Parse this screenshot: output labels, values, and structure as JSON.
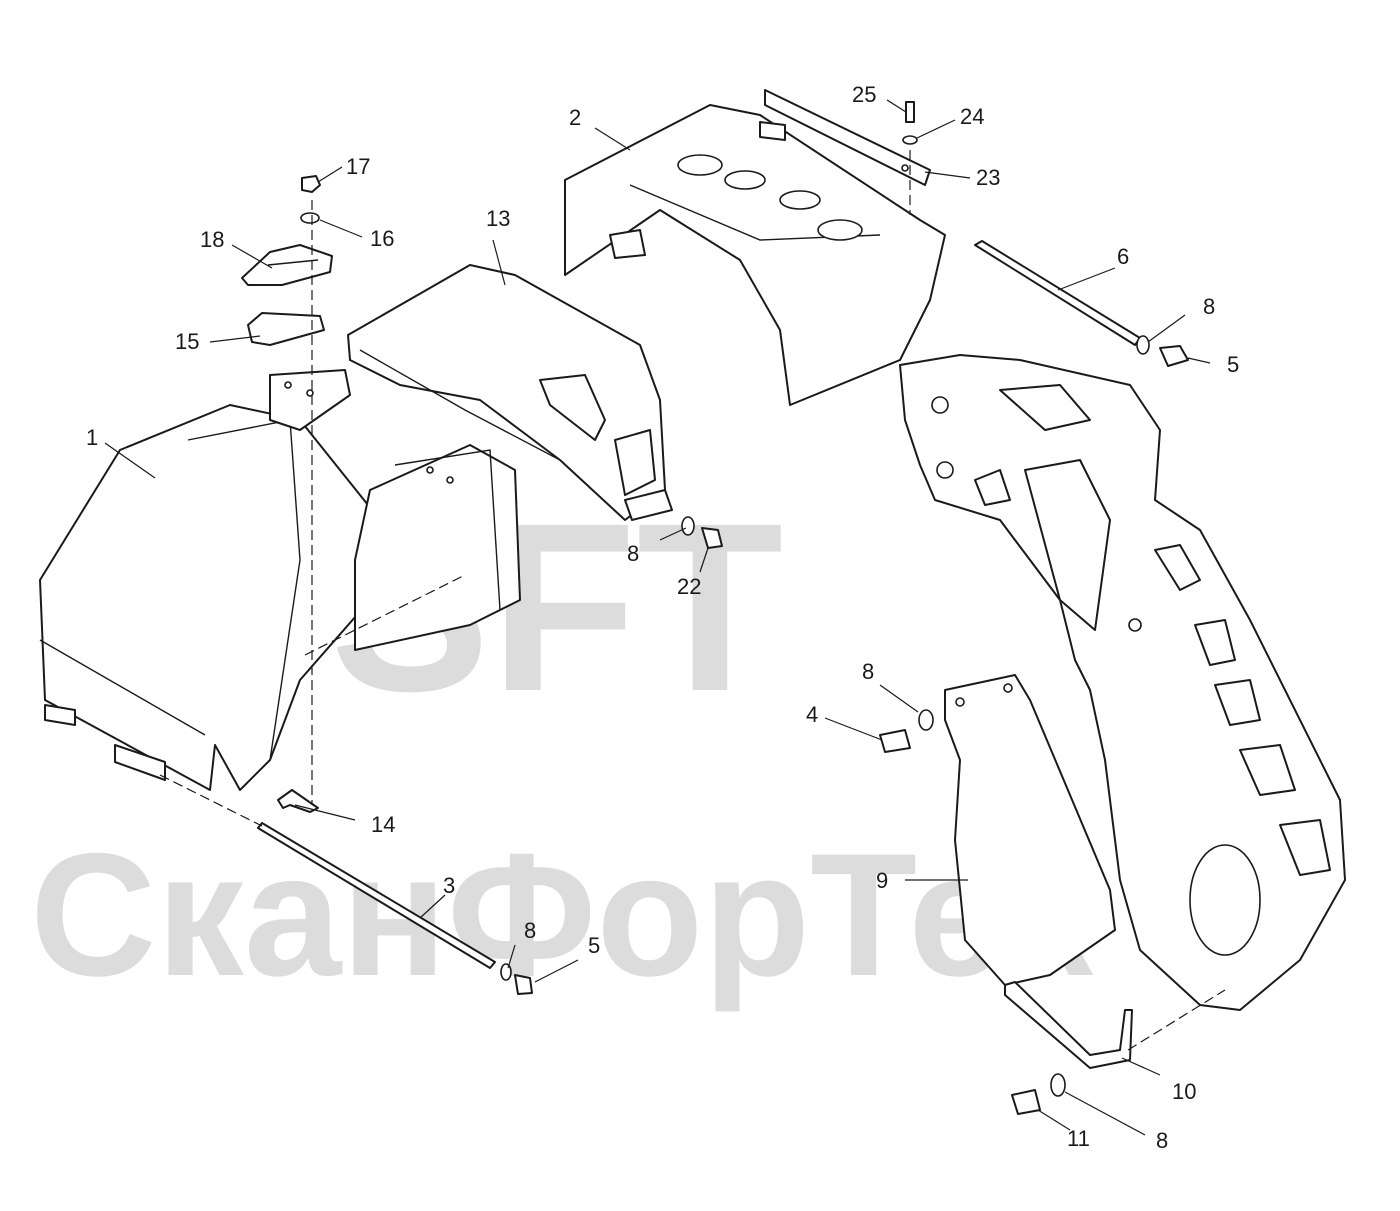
{
  "watermark": {
    "logo_text": "SFT",
    "brand_text": "СканФорТек",
    "color": "#dcdcdc"
  },
  "callouts": {
    "c1": "1",
    "c2": "2",
    "c3": "3",
    "c4": "4",
    "c5a": "5",
    "c5b": "5",
    "c6": "6",
    "c8a": "8",
    "c8b": "8",
    "c8c": "8",
    "c8d": "8",
    "c8e": "8",
    "c9": "9",
    "c10": "10",
    "c11": "11",
    "c13": "13",
    "c14": "14",
    "c15": "15",
    "c16": "16",
    "c17": "17",
    "c18": "18",
    "c22": "22",
    "c23": "23",
    "c24": "24",
    "c25": "25"
  }
}
